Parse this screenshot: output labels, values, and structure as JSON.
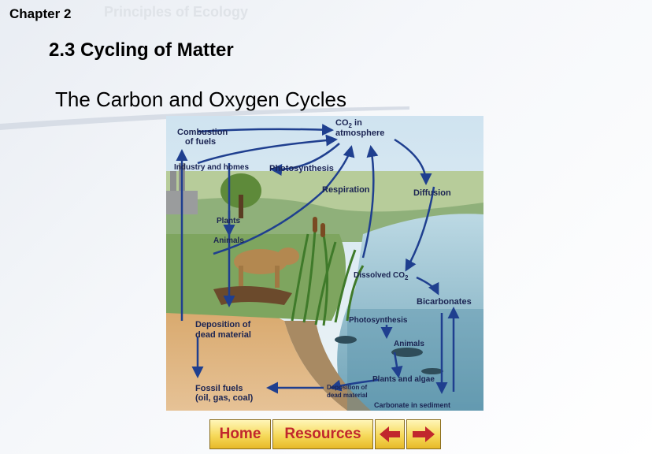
{
  "header": {
    "chapter": "Chapter 2",
    "chapter_title": "Principles of Ecology",
    "section": "2.3 Cycling of Matter",
    "heading": "The Carbon and Oxygen Cycles"
  },
  "diagram": {
    "labels": {
      "combustion_1": "Combustion",
      "combustion_2": "of fuels",
      "co2_1": "CO",
      "co2_sub": "2",
      "co2_2": " in",
      "atmosphere": "atmosphere",
      "industry": "Industry and homes",
      "photosynthesis_land": "Photosynthesis",
      "respiration": "Respiration",
      "diffusion": "Diffusion",
      "plants": "Plants",
      "animals_land": "Animals",
      "dissolved": "Dissolved CO",
      "dissolved_sub": "2",
      "bicarbonates": "Bicarbonates",
      "deposition_1": "Deposition of",
      "deposition_2": "dead material",
      "photosynthesis_water": "Photosynthesis",
      "animals_water": "Animals",
      "plants_algae": "Plants and algae",
      "fossil_1": "Fossil fuels",
      "fossil_2": "(oil, gas, coal)",
      "deposition_w1": "Deposition of",
      "deposition_w2": "dead material",
      "carbonate": "Carbonate in sediment"
    },
    "colors": {
      "arrow": "#1f3f8f",
      "label": "#1b2452"
    }
  },
  "nav": {
    "home": "Home",
    "resources": "Resources",
    "prev_icon": "left-arrow-icon",
    "next_icon": "right-arrow-icon",
    "arrow_color": "#c1272d"
  }
}
